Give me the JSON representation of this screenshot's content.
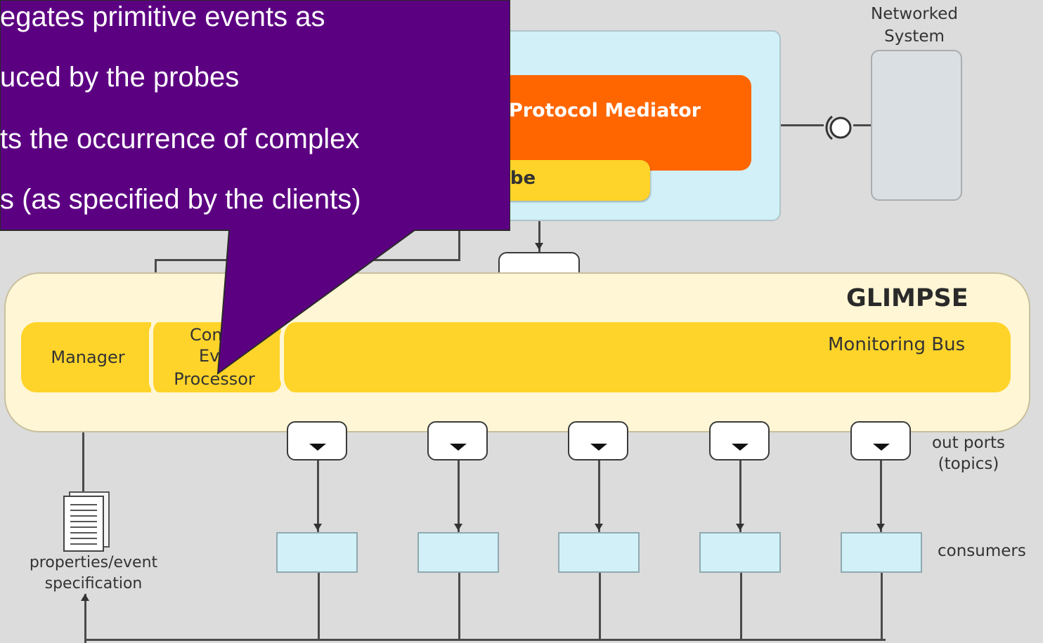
{
  "callout": {
    "lines": [
      "egates primitive events as",
      "uced by the probes",
      "ts the occurrence of complex",
      "s (as specified by the clients)"
    ],
    "fill_color": "#5c0082"
  },
  "diagram": {
    "networked_system": {
      "line1": "Networked",
      "line2": "System"
    },
    "protocol_mediator": "Protocol Mediator",
    "probe": "obe",
    "glimpse_title": "GLIMPSE",
    "manager": "Manager",
    "complex_event_processor": {
      "line1": "Comp",
      "line2": "Eve",
      "line3": "Processor"
    },
    "monitoring_bus": "Monitoring Bus",
    "out_ports": {
      "line1": "out ports",
      "line2": "(topics)"
    },
    "consumers": "consumers",
    "properties_spec": {
      "line1": "properties/event",
      "line2": "specification"
    },
    "colors": {
      "background": "#dcdcdc",
      "mediator": "#ff6600",
      "yellow": "#ffd42a",
      "glimpse": "#fff6d5",
      "light_blue": "#d1f0f8"
    }
  }
}
